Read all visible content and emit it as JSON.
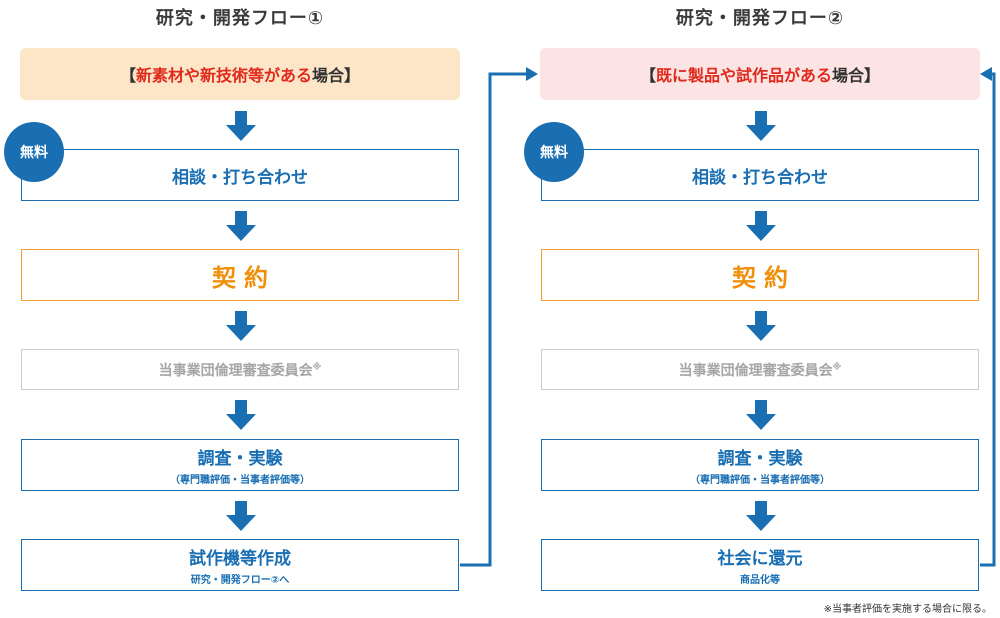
{
  "flow1": {
    "title": "研究・開発フロー①",
    "case_prefix": "【",
    "case_highlight": "新素材や新技術等がある",
    "case_suffix": "場合】",
    "badge": "無料",
    "steps": {
      "consult": "相談・打ち合わせ",
      "contract": "契約",
      "ethics": "当事業団倫理審査委員会",
      "ethics_mark": "※",
      "research": "調査・実験",
      "research_sub": "（専門職評価・当事者評価等）",
      "prototype": "試作機等作成",
      "prototype_sub": "研究・開発フロー②へ"
    }
  },
  "flow2": {
    "title": "研究・開発フロー②",
    "case_prefix": "【",
    "case_highlight": "既に製品や試作品がある",
    "case_suffix": "場合】",
    "badge": "無料",
    "steps": {
      "consult": "相談・打ち合わせ",
      "contract": "契約",
      "ethics": "当事業団倫理審査委員会",
      "ethics_mark": "※",
      "research": "調査・実験",
      "research_sub": "（専門職評価・当事者評価等）",
      "return": "社会に還元",
      "return_sub": "商品化等"
    }
  },
  "footnote": "※当事者評価を実施する場合に限る。",
  "colors": {
    "blue": "#1a6fb3",
    "orange": "#f0900a",
    "red": "#e02a1c",
    "case1_bg": "#fde6c8",
    "case2_bg": "#fde4e4"
  }
}
